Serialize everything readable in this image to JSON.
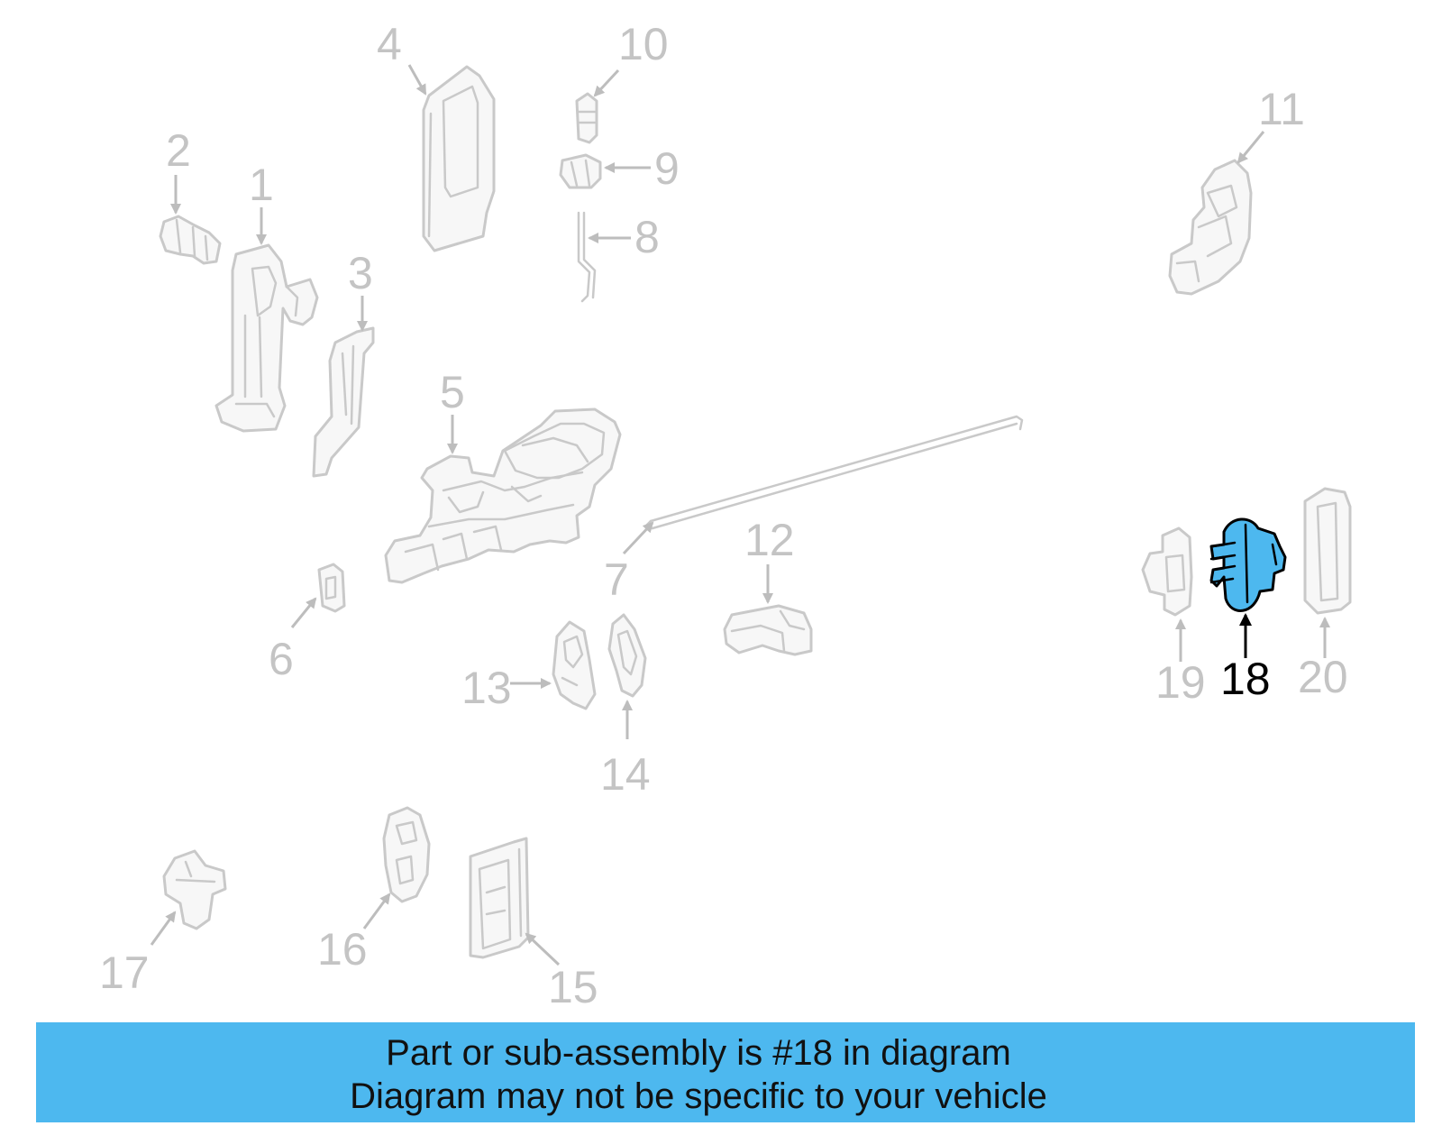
{
  "callouts": [
    {
      "label": "1"
    },
    {
      "label": "2"
    },
    {
      "label": "3"
    },
    {
      "label": "4"
    },
    {
      "label": "5"
    },
    {
      "label": "6"
    },
    {
      "label": "7"
    },
    {
      "label": "8"
    },
    {
      "label": "9"
    },
    {
      "label": "10"
    },
    {
      "label": "11"
    },
    {
      "label": "12"
    },
    {
      "label": "13"
    },
    {
      "label": "14"
    },
    {
      "label": "15"
    },
    {
      "label": "16"
    },
    {
      "label": "17"
    },
    {
      "label": "18",
      "highlighted": true
    },
    {
      "label": "19"
    },
    {
      "label": "20"
    }
  ],
  "banner": {
    "line1": "Part or sub-assembly is #18 in diagram",
    "line2": "Diagram may not be specific to your vehicle"
  },
  "colors": {
    "highlight": "#4db8ef",
    "banner_bg": "#4db8ef",
    "faded_part": "#c9c9c9",
    "faded_label": "#c4c4c4",
    "active_label": "#000000"
  }
}
